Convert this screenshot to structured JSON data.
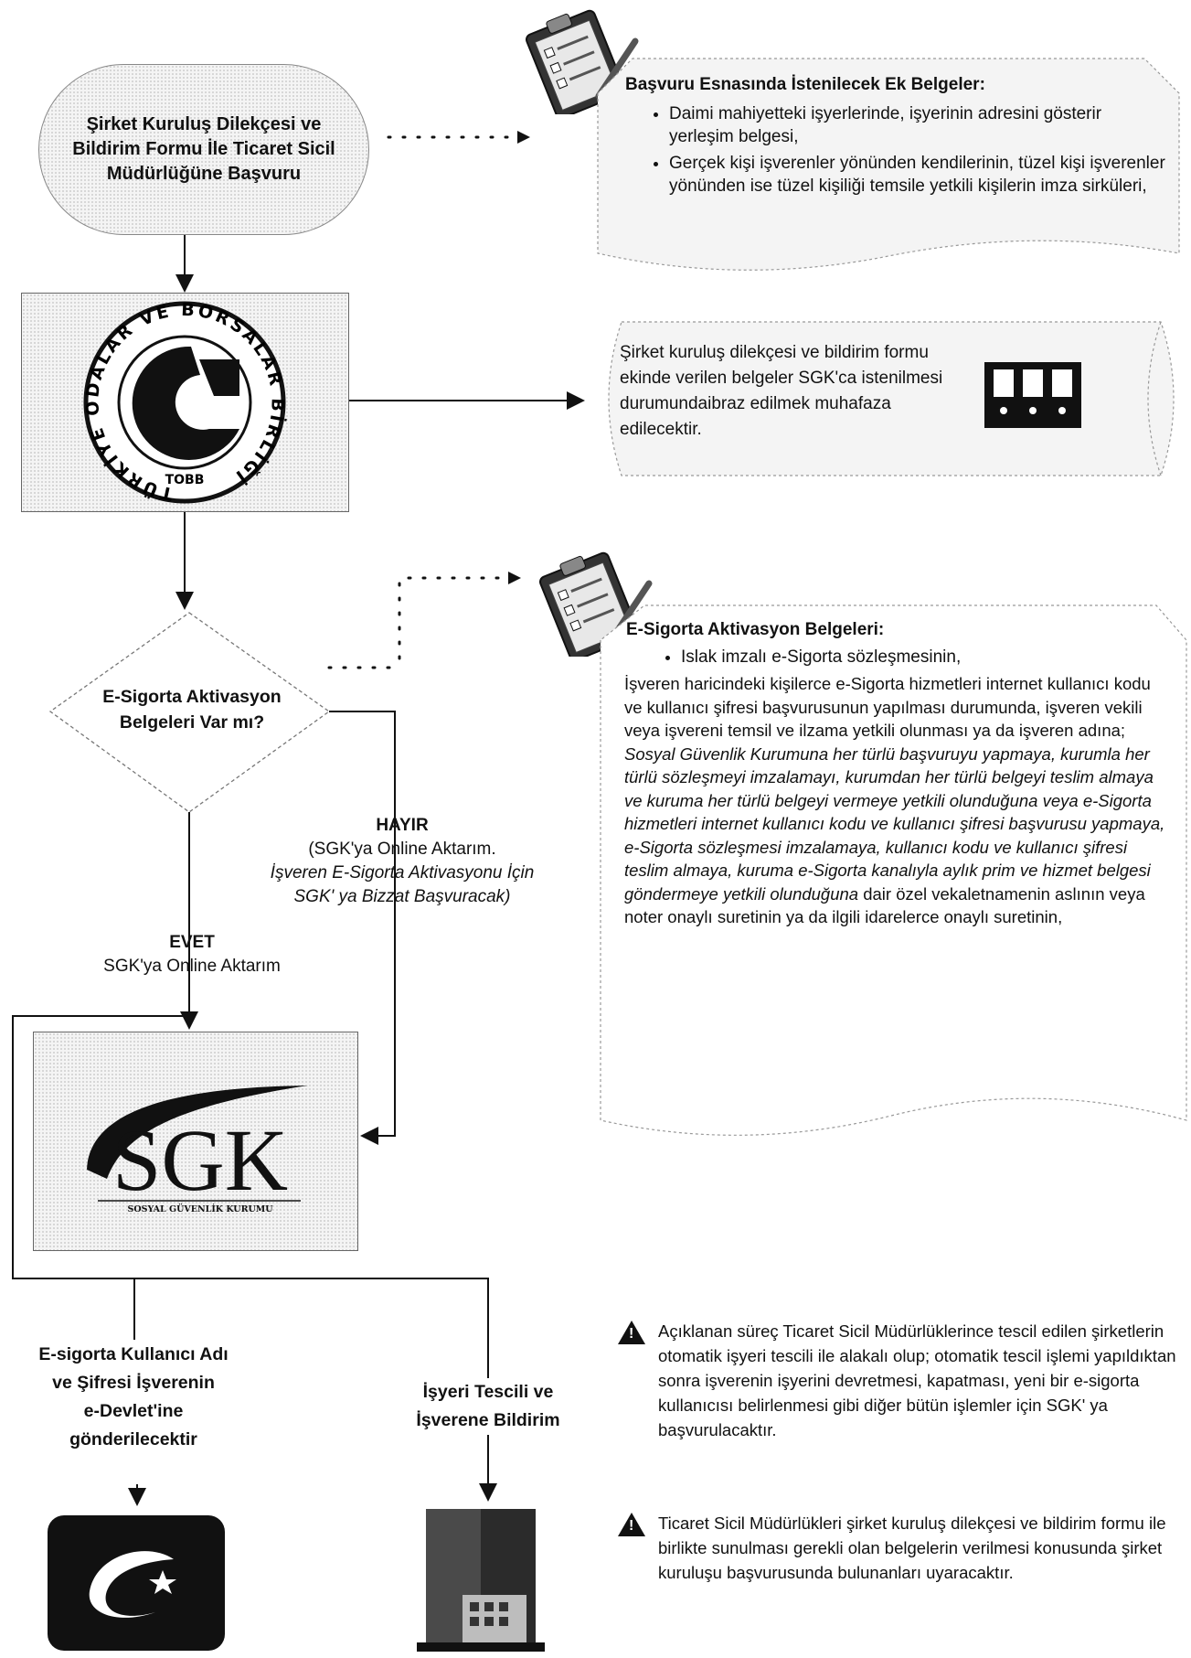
{
  "start": {
    "line1": "Şirket Kuruluş Dilekçesi ve",
    "line2": "Bildirim Formu İle Ticaret Sicil",
    "line3": "Müdürlüğüne Başvuru"
  },
  "extra_docs": {
    "title": "Başvuru Esnasında İstenilecek Ek Belgeler:",
    "items": [
      "Daimi mahiyetteki işyerlerinde, işyerinin adresini gösterir yerleşim belgesi,",
      "Gerçek kişi işverenler yönünden kendilerinin, tüzel kişi işverenler yönünden ise tüzel kişiliği temsile yetkili kişilerin imza sirküleri,"
    ]
  },
  "tobb": {
    "ring_text": "TÜRKİYE ODALAR VE BORSALAR BİRLİĞİ",
    "abbr": "TOBB"
  },
  "storage_note": {
    "text": "Şirket kuruluş dilekçesi ve bildirim formu ekinde verilen belgeler SGK'ca istenilmesi durumundaibraz edilmek muhafaza edilecektir."
  },
  "decision": {
    "line1": "E-Sigorta Aktivasyon",
    "line2": "Belgeleri Var mı?"
  },
  "activation_docs": {
    "title": "E-Sigorta Aktivasyon Belgeleri:",
    "bullet": "Islak imzalı e-Sigorta sözleşmesinin,",
    "para_normal_1": "İşveren haricindeki kişilerce e-Sigorta hizmetleri internet kullanıcı kodu ve kullanıcı şifresi başvurusunun yapılması durumunda, işveren vekili veya işvereni temsil ve ilzama yetkili olunması ya da işveren adına; ",
    "para_italic": "Sosyal Güvenlik Kurumuna her türlü başvuruyu yapmaya, kurumla her türlü sözleşmeyi imzalamayı, kurumdan her türlü belgeyi teslim almaya ve kuruma her türlü belgeyi vermeye yetkili olunduğuna veya e-Sigorta hizmetleri internet kullanıcı kodu ve kullanıcı şifresi başvurusu yapmaya, e-Sigorta sözleşmesi imzalamaya, kullanıcı kodu ve kullanıcı şifresi teslim almaya, kuruma e-Sigorta kanalıyla aylık prim ve hizmet belgesi göndermeye yetkili olunduğuna",
    "para_normal_2": " dair özel vekaletnamenin aslının veya noter onaylı suretinin ya da ilgili idarelerce onaylı suretinin,"
  },
  "no_branch": {
    "title": "HAYIR",
    "line1": "(SGK'ya Online Aktarım.",
    "line2": "İşveren E-Sigorta Aktivasyonu İçin",
    "line3": "SGK' ya Bizzat Başvuracak)"
  },
  "yes_branch": {
    "title": "EVET",
    "line1": "SGK'ya Online Aktarım"
  },
  "sgk": {
    "abbr": "SGK",
    "subtitle": "SOSYAL GÜVENLİK KURUMU"
  },
  "outputs": {
    "left": [
      "E-sigorta Kullanıcı Adı",
      "ve Şifresi İşverenin",
      "e-Devlet'ine",
      "gönderilecektir"
    ],
    "right": [
      "İşyeri Tescili ve",
      "İşverene Bildirim"
    ]
  },
  "warnings": [
    "Açıklanan süreç Ticaret Sicil Müdürlüklerince tescil edilen şirketlerin otomatik işyeri tescili ile alakalı olup; otomatik tescil işlemi yapıldıktan sonra işverenin işyerini devretmesi, kapatması, yeni bir e-sigorta kullanıcısı belirlenmesi gibi diğer bütün işlemler için SGK' ya başvurulacaktır.",
    "Ticaret Sicil Müdürlükleri şirket kuruluş dilekçesi ve bildirim formu ile birlikte sunulması gerekli olan belgelerin verilmesi konusunda şirket kuruluşu başvurusunda bulunanları uyaracaktır."
  ],
  "colors": {
    "line": "#111111",
    "stipple_bg": "#f4f4f4",
    "edevlet_bg": "#111111",
    "sgk_red": "#c0392b"
  }
}
